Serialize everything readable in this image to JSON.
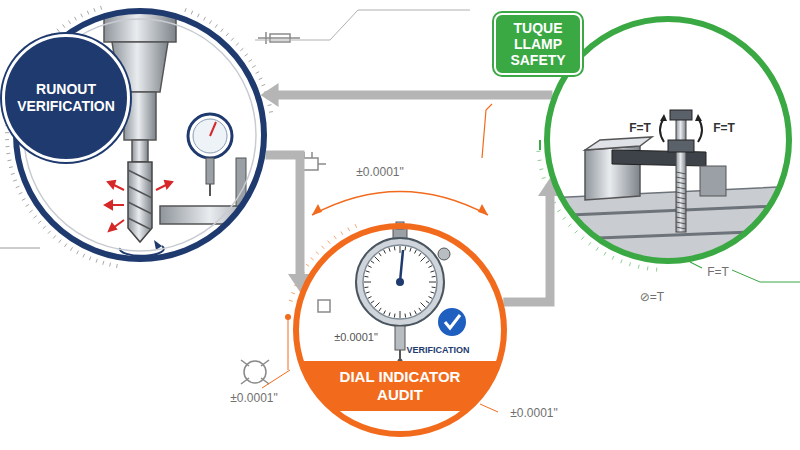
{
  "diagram": {
    "nodes": [
      {
        "text": [
          "RUNOUT VERIFICATION"
        ]
      },
      {
        "text": [
          "DIAL INDICATOR AUDIT"
        ]
      },
      {
        "text": [
          "TUQUE LLAMP SAFETY"
        ]
      }
    ],
    "edges": [
      {
        "from": 0,
        "to": 1,
        "arrow": "to"
      },
      {
        "from": 1,
        "to": 2,
        "arrow": "to"
      },
      {
        "from": 2,
        "to": 0,
        "arrow": "to"
      }
    ],
    "labels": [
      "±0.0001\"",
      "F=T",
      "F=T",
      "F=T",
      "⊘=T",
      "±0.0001\"",
      "VERIFICATION",
      "±0.0001\"",
      "±0.0001\""
    ]
  }
}
